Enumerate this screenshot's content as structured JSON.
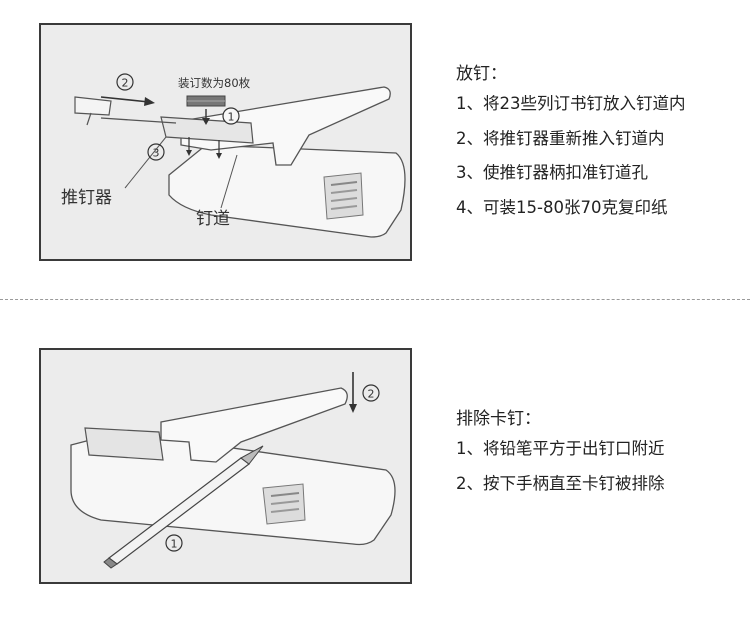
{
  "top": {
    "diagram": {
      "label_capacity": "装订数为80枚",
      "label_pusher": "推钉器",
      "label_channel": "钉道",
      "step_1": "1",
      "step_2": "2",
      "step_3": "3"
    },
    "title": "放钉：",
    "steps": [
      "1、将23些列订书钉放入钉道内",
      "2、将推钉器重新推入钉道内",
      "3、使推钉器柄扣准钉道孔",
      "4、可装15-80张70克复印纸"
    ]
  },
  "bottom": {
    "diagram": {
      "step_1": "1",
      "step_2": "2"
    },
    "title": "排除卡钉：",
    "steps": [
      "1、将铅笔平方于出钉口附近",
      "2、按下手柄直至卡钉被排除"
    ]
  }
}
